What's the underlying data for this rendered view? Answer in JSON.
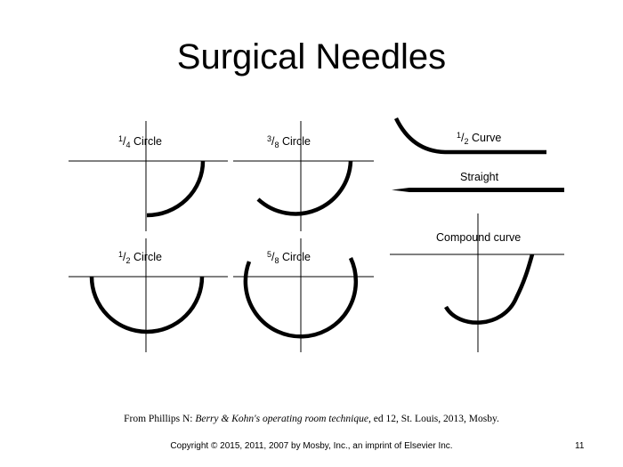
{
  "title": "Surgical Needles",
  "panels": {
    "quarter_circle": {
      "num": "1",
      "den": "4",
      "text": " Circle"
    },
    "three_eighths_circle": {
      "num": "3",
      "den": "8",
      "text": " Circle"
    },
    "half_circle": {
      "num": "1",
      "den": "2",
      "text": " Circle"
    },
    "five_eighths_circle": {
      "num": "5",
      "den": "8",
      "text": " Circle"
    },
    "half_curve": {
      "num": "1",
      "den": "2",
      "text": " Curve"
    },
    "straight": {
      "text": "Straight"
    },
    "compound_curve": {
      "text": "Compound curve"
    }
  },
  "citation": {
    "prefix": "From Phillips N: ",
    "book_title": "Berry & Kohn's operating room technique,",
    "suffix": " ed 12, St. Louis, 2013, Mosby."
  },
  "footer": {
    "copyright": "Copyright © 2015, 2011, 2007 by Mosby, Inc., an imprint of Elsevier Inc.",
    "page_number": "11"
  }
}
